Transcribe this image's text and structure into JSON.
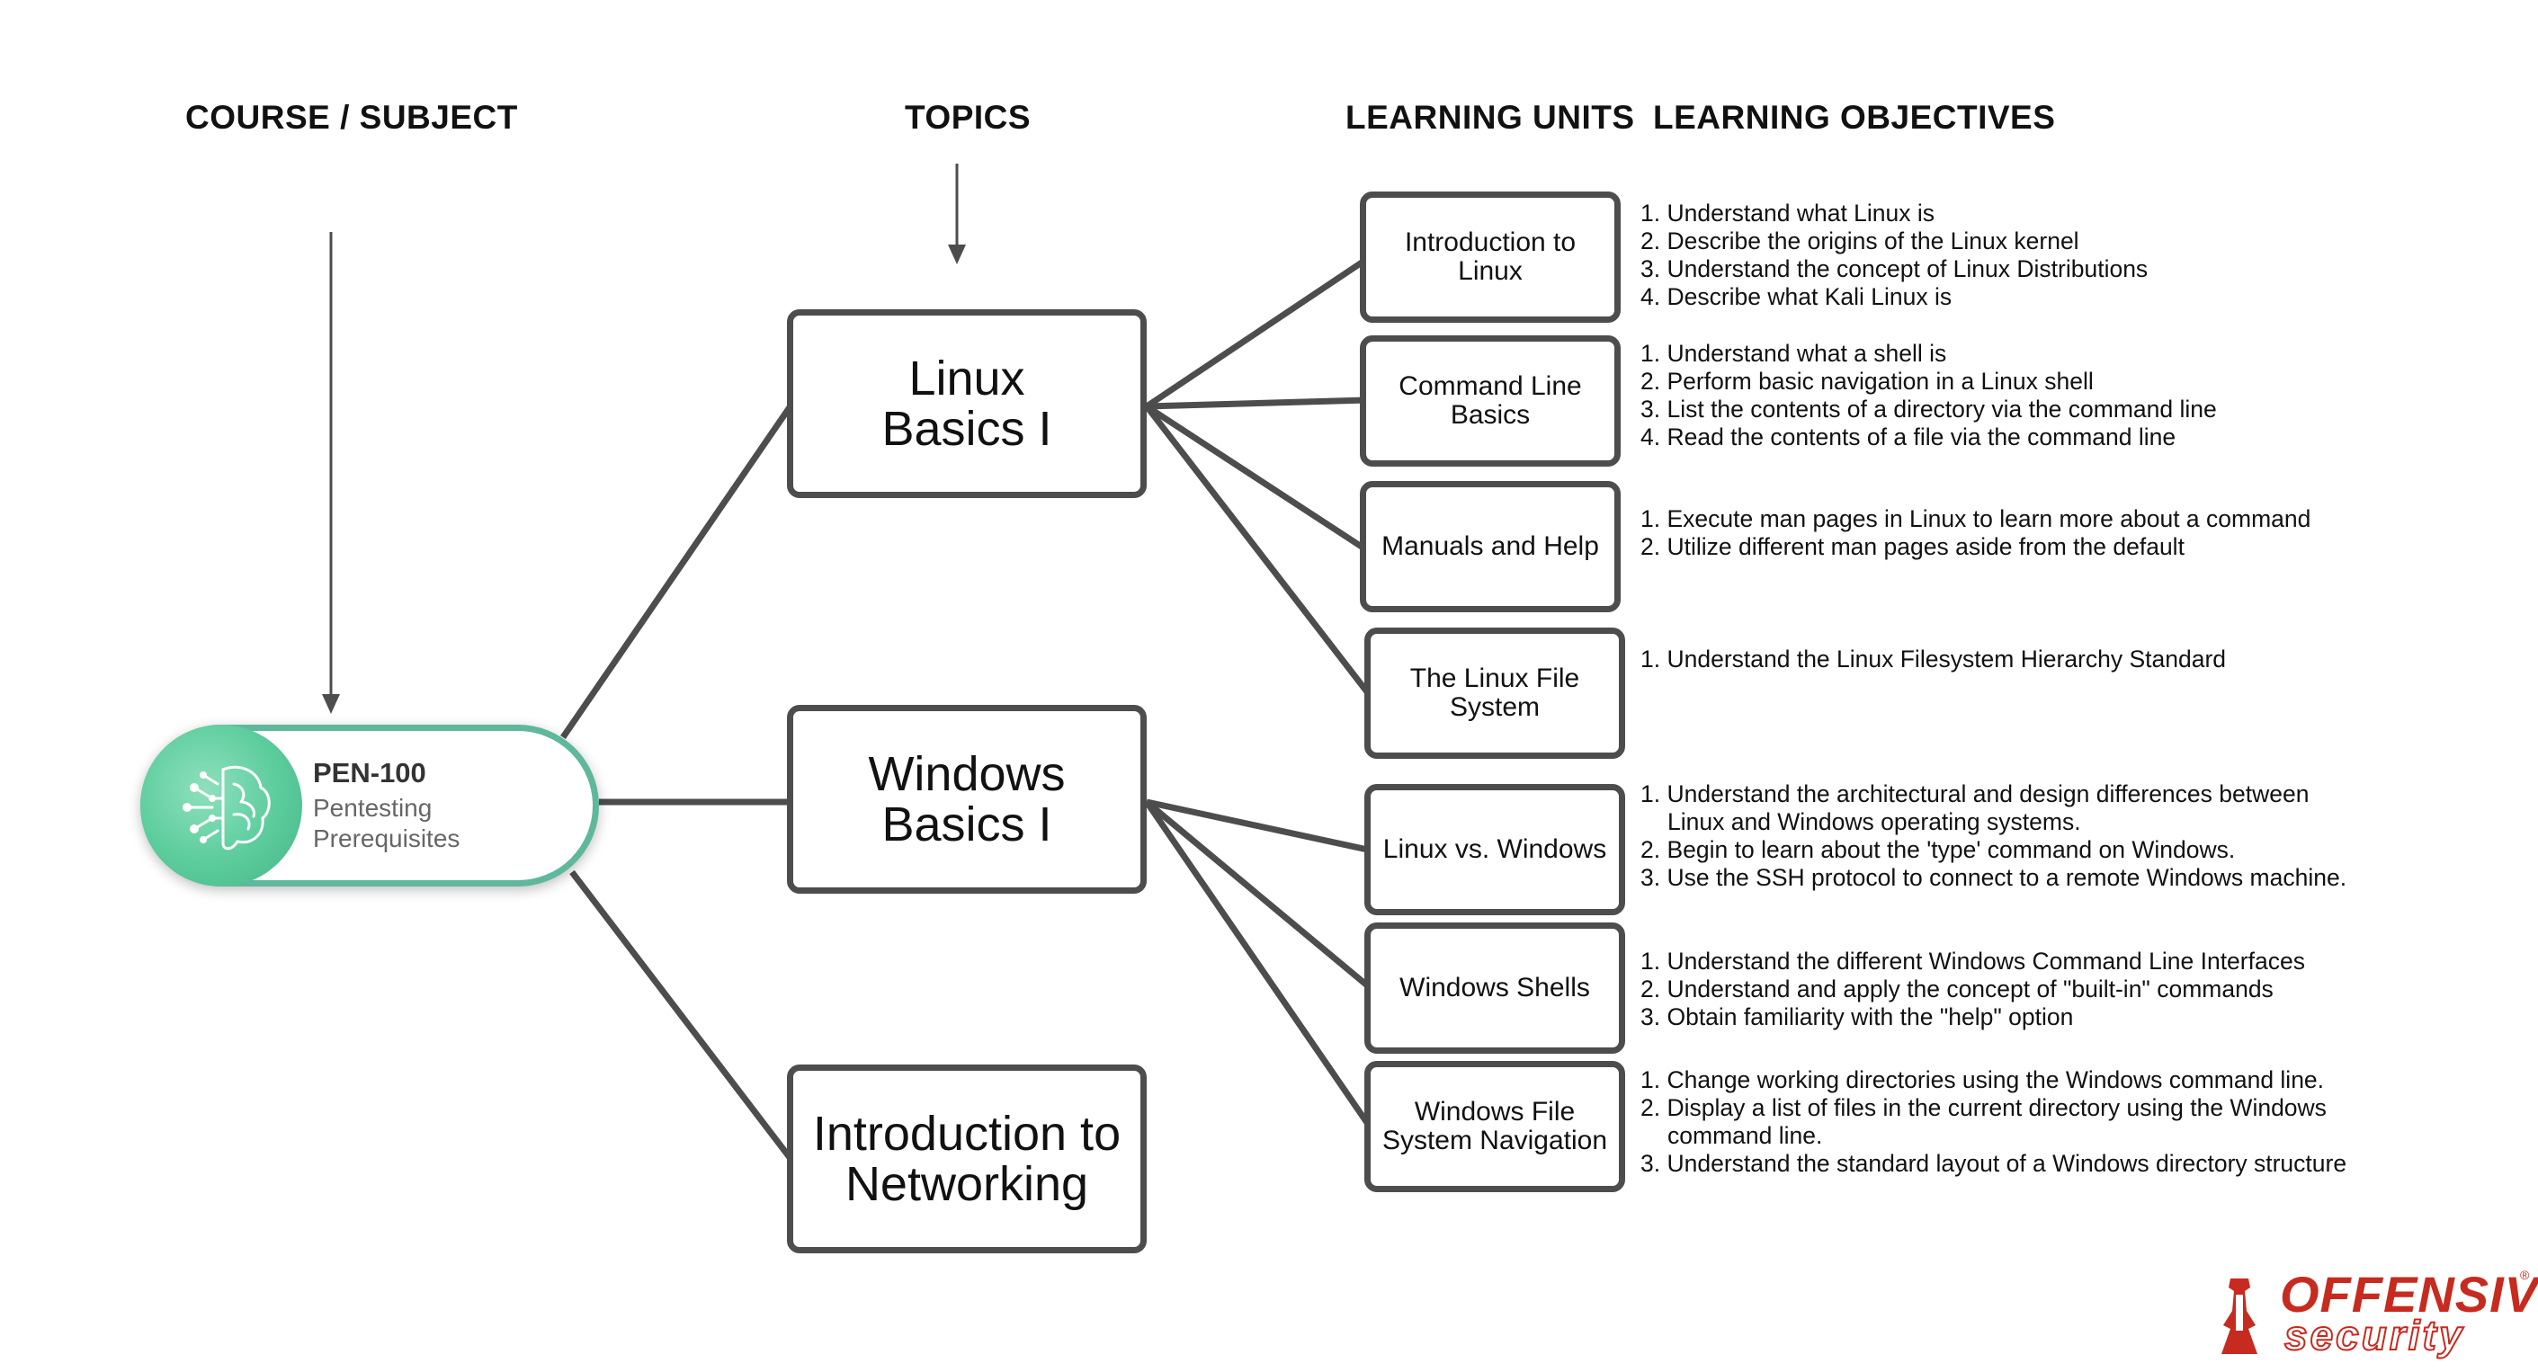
{
  "headers": {
    "course": "COURSE / SUBJECT",
    "topics": "TOPICS",
    "units": "LEARNING UNITS",
    "objectives": "LEARNING OBJECTIVES"
  },
  "course": {
    "code": "PEN-100",
    "name": "Pentesting Prerequisites",
    "icon": "brain-circuit-icon"
  },
  "topics": [
    {
      "label": "Linux Basics I"
    },
    {
      "label": "Windows Basics I"
    },
    {
      "label": "Introduction to Networking"
    }
  ],
  "units": [
    {
      "label": "Introduction to Linux",
      "objectives": [
        "1. Understand what Linux is",
        "2. Describe the origins of the Linux kernel",
        "3. Understand the concept of Linux Distributions",
        "4. Describe what Kali Linux is"
      ]
    },
    {
      "label": "Command Line Basics",
      "objectives": [
        "1. Understand what a shell is",
        "2. Perform basic navigation in a Linux shell",
        "3. List the contents of a directory via the command line",
        "4. Read the contents of a file via the command line"
      ]
    },
    {
      "label": "Manuals and Help",
      "objectives": [
        "1. Execute man pages in Linux to learn more about a command",
        "2. Utilize different man pages aside from the default"
      ]
    },
    {
      "label": "The Linux File System",
      "objectives": [
        "1. Understand the Linux Filesystem Hierarchy Standard"
      ]
    },
    {
      "label": "Linux vs. Windows",
      "objectives": [
        "1. Understand the architectural and design differences between Linux and Windows operating systems.",
        "2. Begin to learn about the 'type' command on Windows.",
        "3. Use the SSH protocol to connect to a remote Windows machine."
      ]
    },
    {
      "label": "Windows Shells",
      "objectives": [
        "1. Understand the different Windows Command Line Interfaces",
        "2. Understand and apply the concept of \"built-in\" commands",
        "3. Obtain familiarity with the \"help\" option"
      ]
    },
    {
      "label": "Windows File System Navigation",
      "objectives": [
        "1. Change working directories using the Windows command line.",
        "2. Display a list of files in the current directory using the Windows command line.",
        "3. Understand the standard layout of a Windows directory structure"
      ]
    }
  ],
  "logo": {
    "line1": "OFFENSIVE",
    "line2": "security",
    "reg": "®"
  },
  "colors": {
    "line": "#4d4d4d",
    "accent": "#5fb79c",
    "brand": "#c72a1f"
  }
}
